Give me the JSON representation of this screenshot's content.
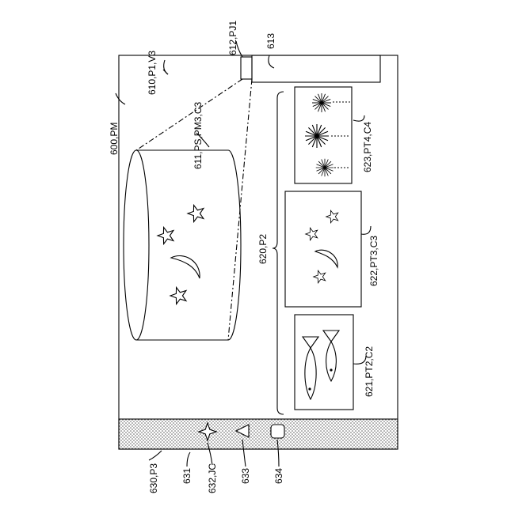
{
  "labels": {
    "pm": "600,PM",
    "v3": "610,P1,V3",
    "ps": "611,PS,PM3,C3",
    "pj1": "612,PJ1",
    "panel613": "613",
    "p2": "620,P2",
    "pt2": "621,PT2,C2",
    "pt3": "622,PT3,C3",
    "pt4": "623,PT4,C4",
    "p3": "630,P3",
    "bar631": "631",
    "jc": "632,JC",
    "back633": "633",
    "home634": "634"
  },
  "icons": {
    "star_button": "four-point-star-icon",
    "back_button": "triangle-back-icon",
    "home_button": "rounded-square-home-icon"
  },
  "colors": {
    "line": "#000000",
    "bar_fill": "#d6d6d6"
  }
}
